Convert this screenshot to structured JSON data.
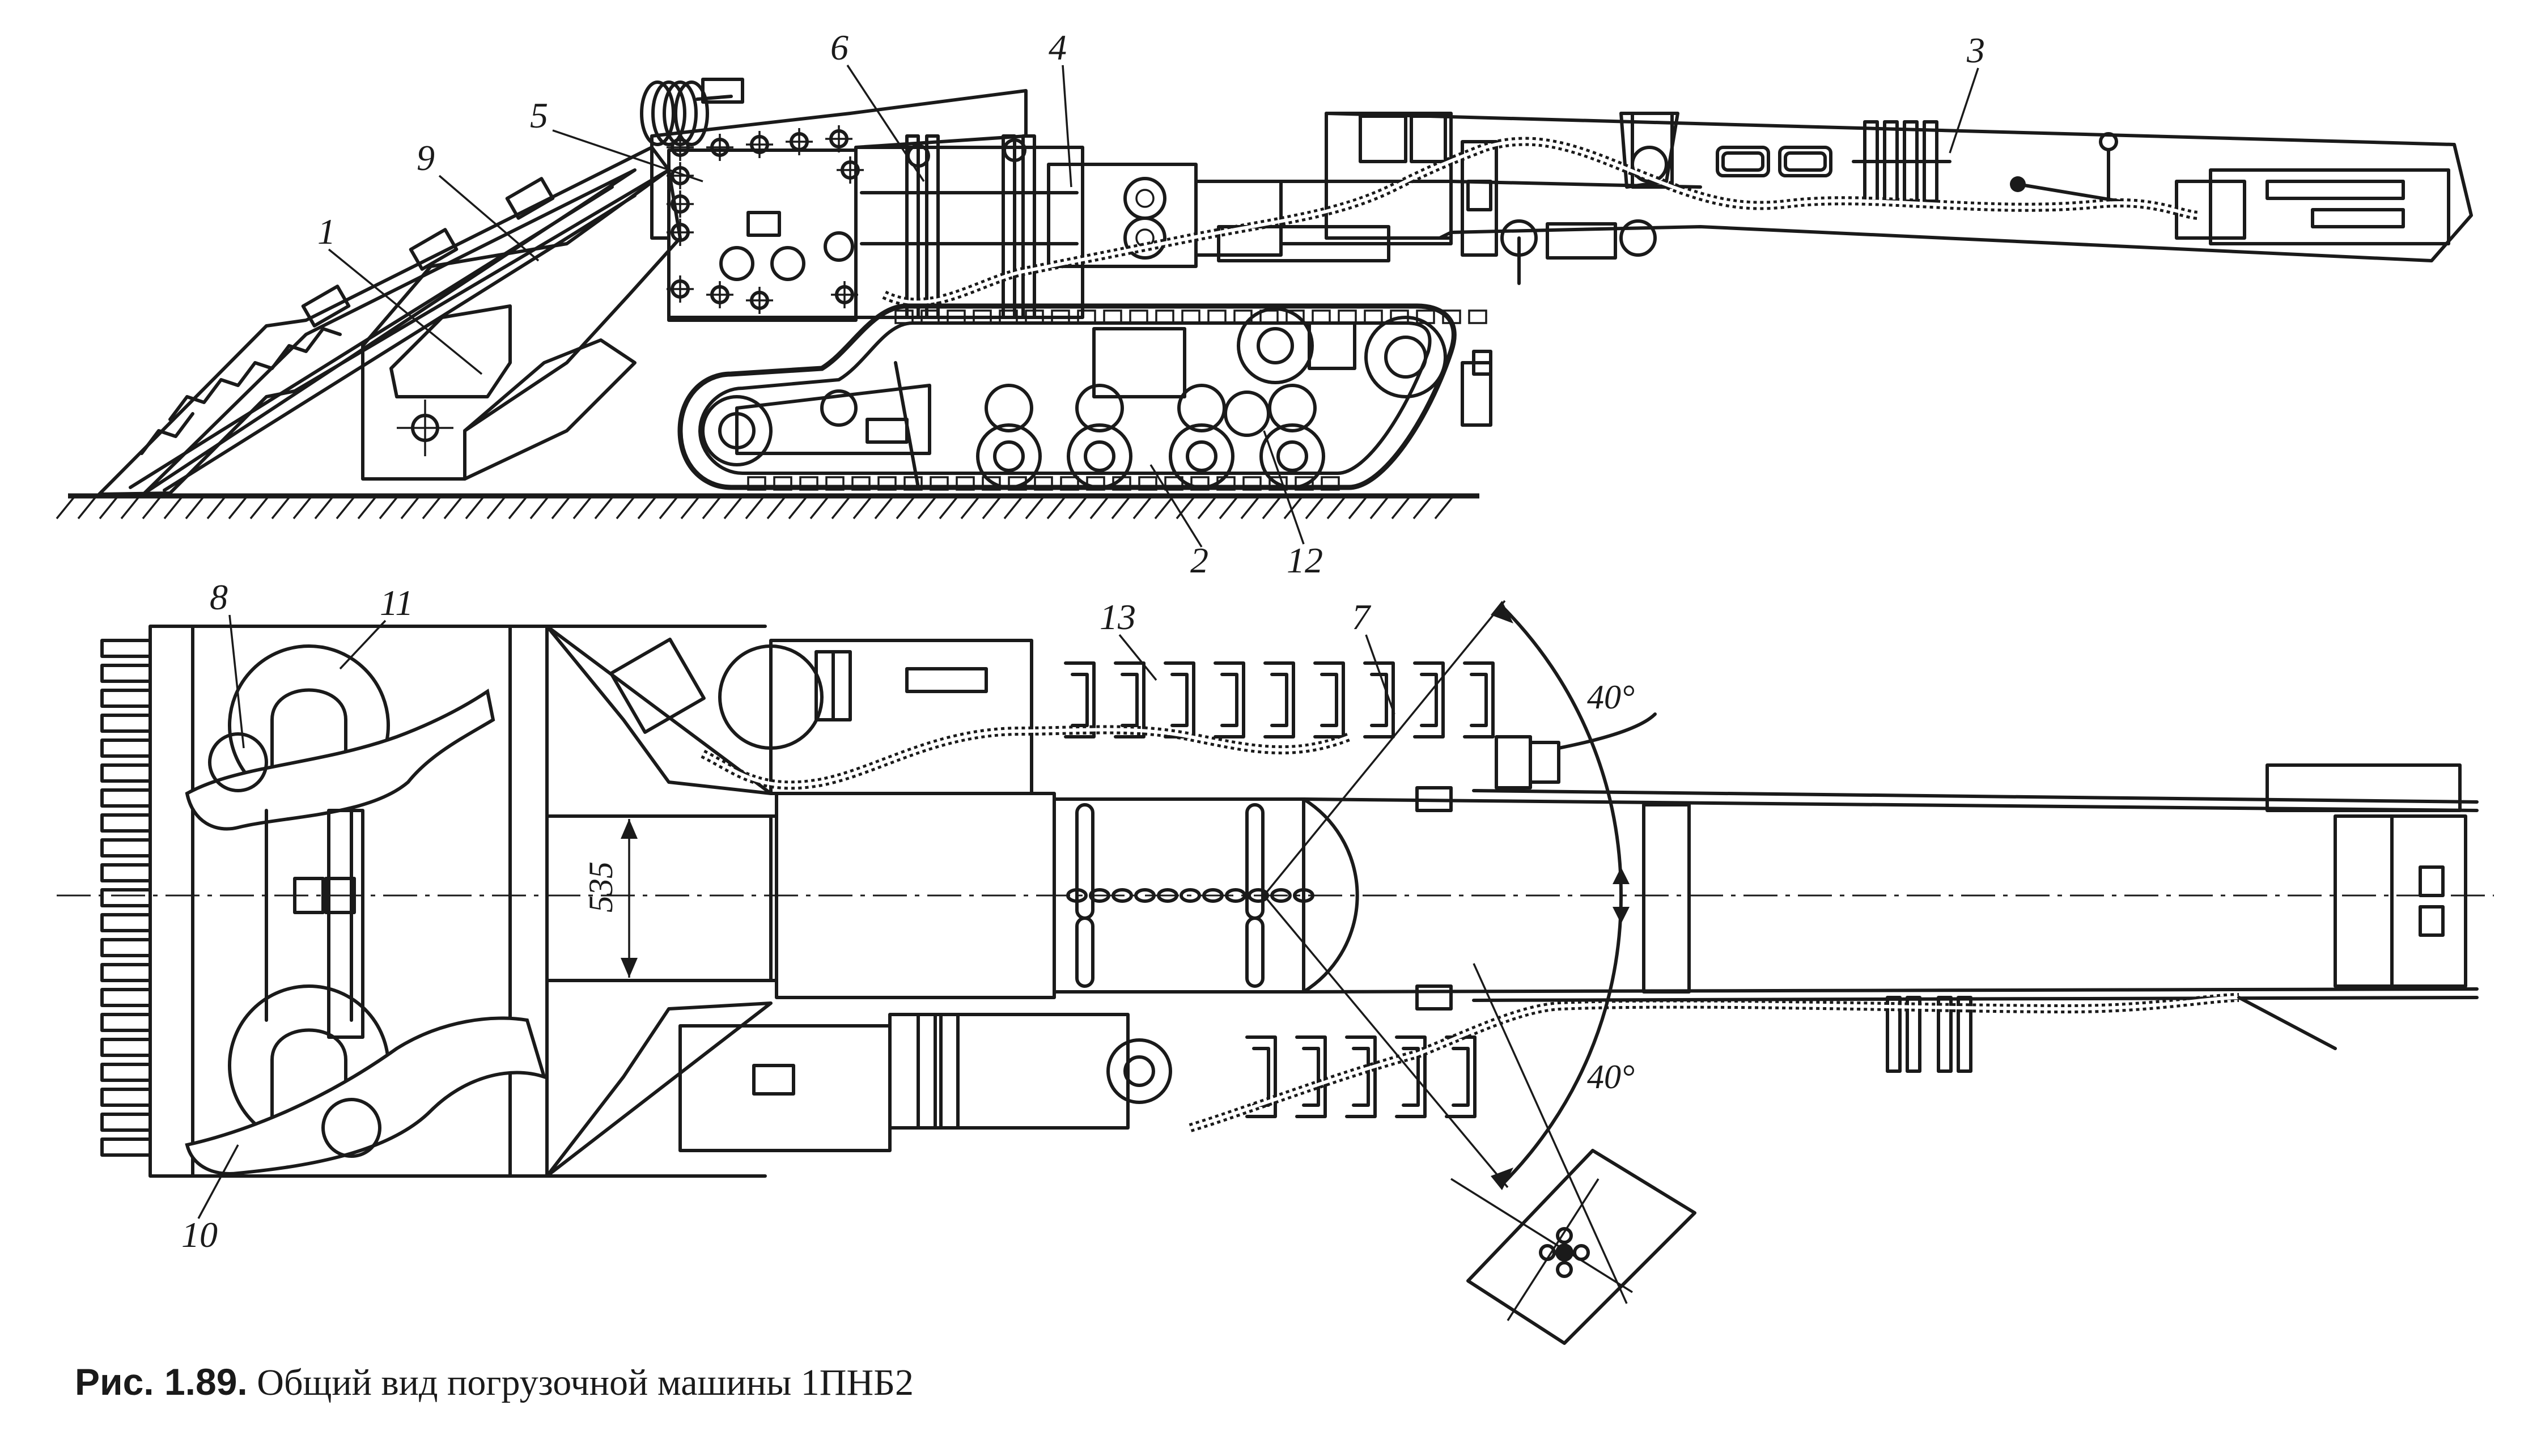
{
  "figure": {
    "caption_prefix": "Рис. 1.89.",
    "caption_text": "Общий вид погрузочной машины 1ПНБ2"
  },
  "side_view": {
    "labels": [
      "1",
      "9",
      "5",
      "6",
      "4",
      "3",
      "2",
      "12"
    ]
  },
  "plan_view": {
    "labels": [
      "8",
      "11",
      "13",
      "7",
      "10"
    ],
    "dimension_width": "535",
    "angle_upper": "40°",
    "angle_lower": "40°"
  }
}
